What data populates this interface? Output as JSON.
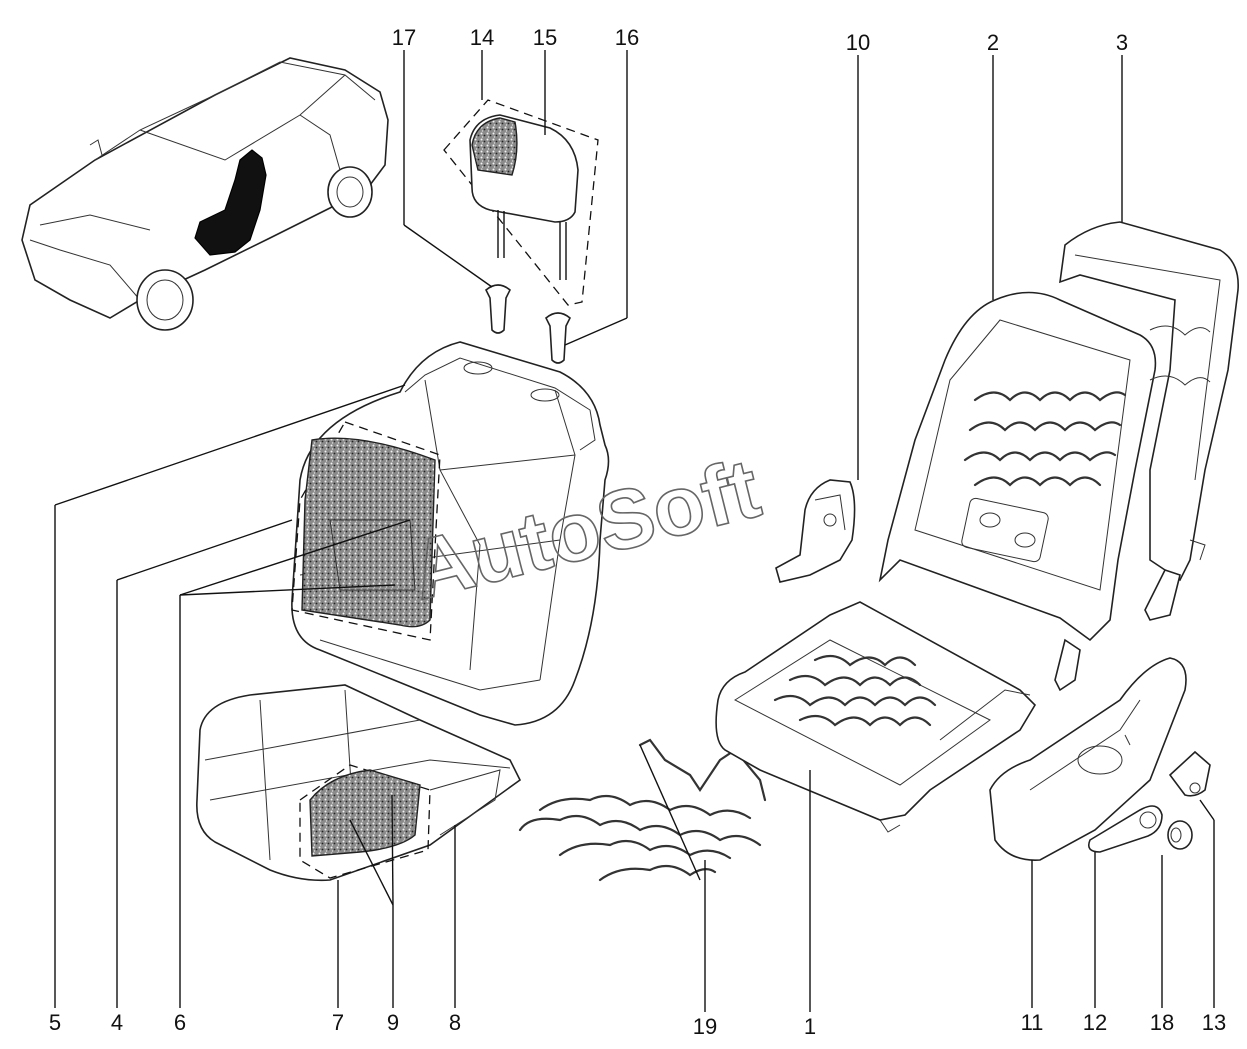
{
  "callouts": {
    "n1": "1",
    "n2": "2",
    "n3": "3",
    "n4": "4",
    "n5": "5",
    "n6": "6",
    "n7": "7",
    "n8": "8",
    "n9": "9",
    "n10": "10",
    "n11": "11",
    "n12": "12",
    "n13": "13",
    "n14": "14",
    "n15": "15",
    "n16": "16",
    "n17": "17",
    "n18": "18",
    "n19": "19"
  },
  "watermark": "AutoSoft"
}
